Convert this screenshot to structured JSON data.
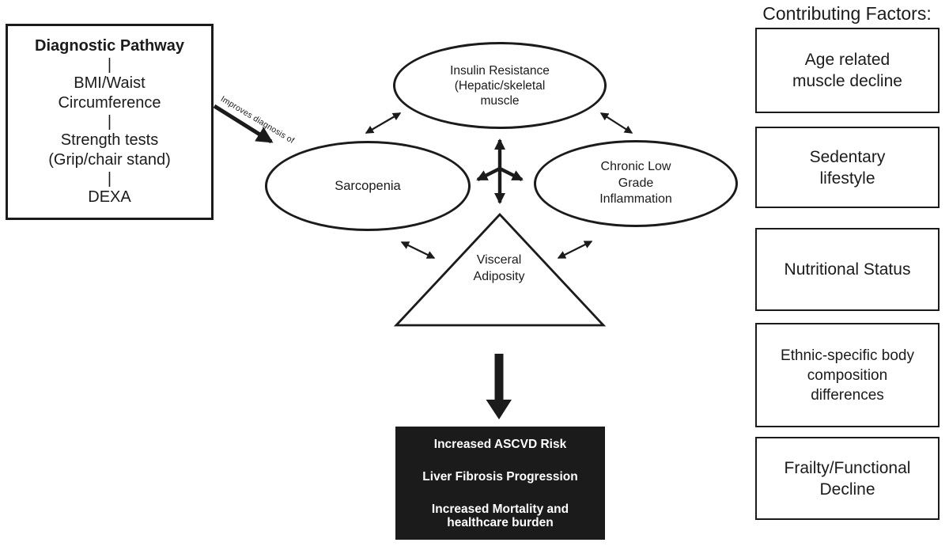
{
  "colors": {
    "ink": "#1b1b1b",
    "background": "#ffffff",
    "outcome_bg": "#1b1b1b",
    "outcome_text": "#ffffff"
  },
  "diagnostic_box": {
    "title": "Diagnostic Pathway",
    "connector": "|",
    "steps": [
      {
        "lines": [
          "BMI/Waist",
          "Circumference"
        ]
      },
      {
        "lines": [
          "Strength tests",
          "(Grip/chair stand)"
        ]
      },
      {
        "lines": [
          "DEXA"
        ]
      }
    ]
  },
  "diagnosis_arrow_label": "Improves diagnosis of",
  "nodes": {
    "insulin_resistance": {
      "lines": [
        "Insulin Resistance",
        "(Hepatic/skeletal",
        "muscle"
      ]
    },
    "sarcopenia": {
      "lines": [
        "Sarcopenia"
      ]
    },
    "inflammation": {
      "lines": [
        "Chronic Low",
        "Grade",
        "Inflammation"
      ]
    },
    "visceral_adiposity": {
      "lines": [
        "Visceral",
        "Adiposity"
      ]
    }
  },
  "outcome_box": {
    "entries": [
      {
        "lines": [
          "Increased ASCVD Risk"
        ]
      },
      {
        "lines": [
          "Liver Fibrosis Progression"
        ]
      },
      {
        "lines": [
          "Increased Mortality and",
          "healthcare burden"
        ]
      }
    ]
  },
  "contributing_factors": {
    "heading": "Contributing Factors:",
    "items": [
      {
        "lines": [
          "Age related",
          "muscle decline"
        ]
      },
      {
        "lines": [
          "Sedentary",
          "lifestyle"
        ]
      },
      {
        "lines": [
          "Nutritional Status"
        ]
      },
      {
        "lines": [
          "Ethnic-specific body",
          "composition",
          "differences"
        ]
      },
      {
        "lines": [
          "Frailty/Functional",
          "Decline"
        ]
      }
    ]
  }
}
